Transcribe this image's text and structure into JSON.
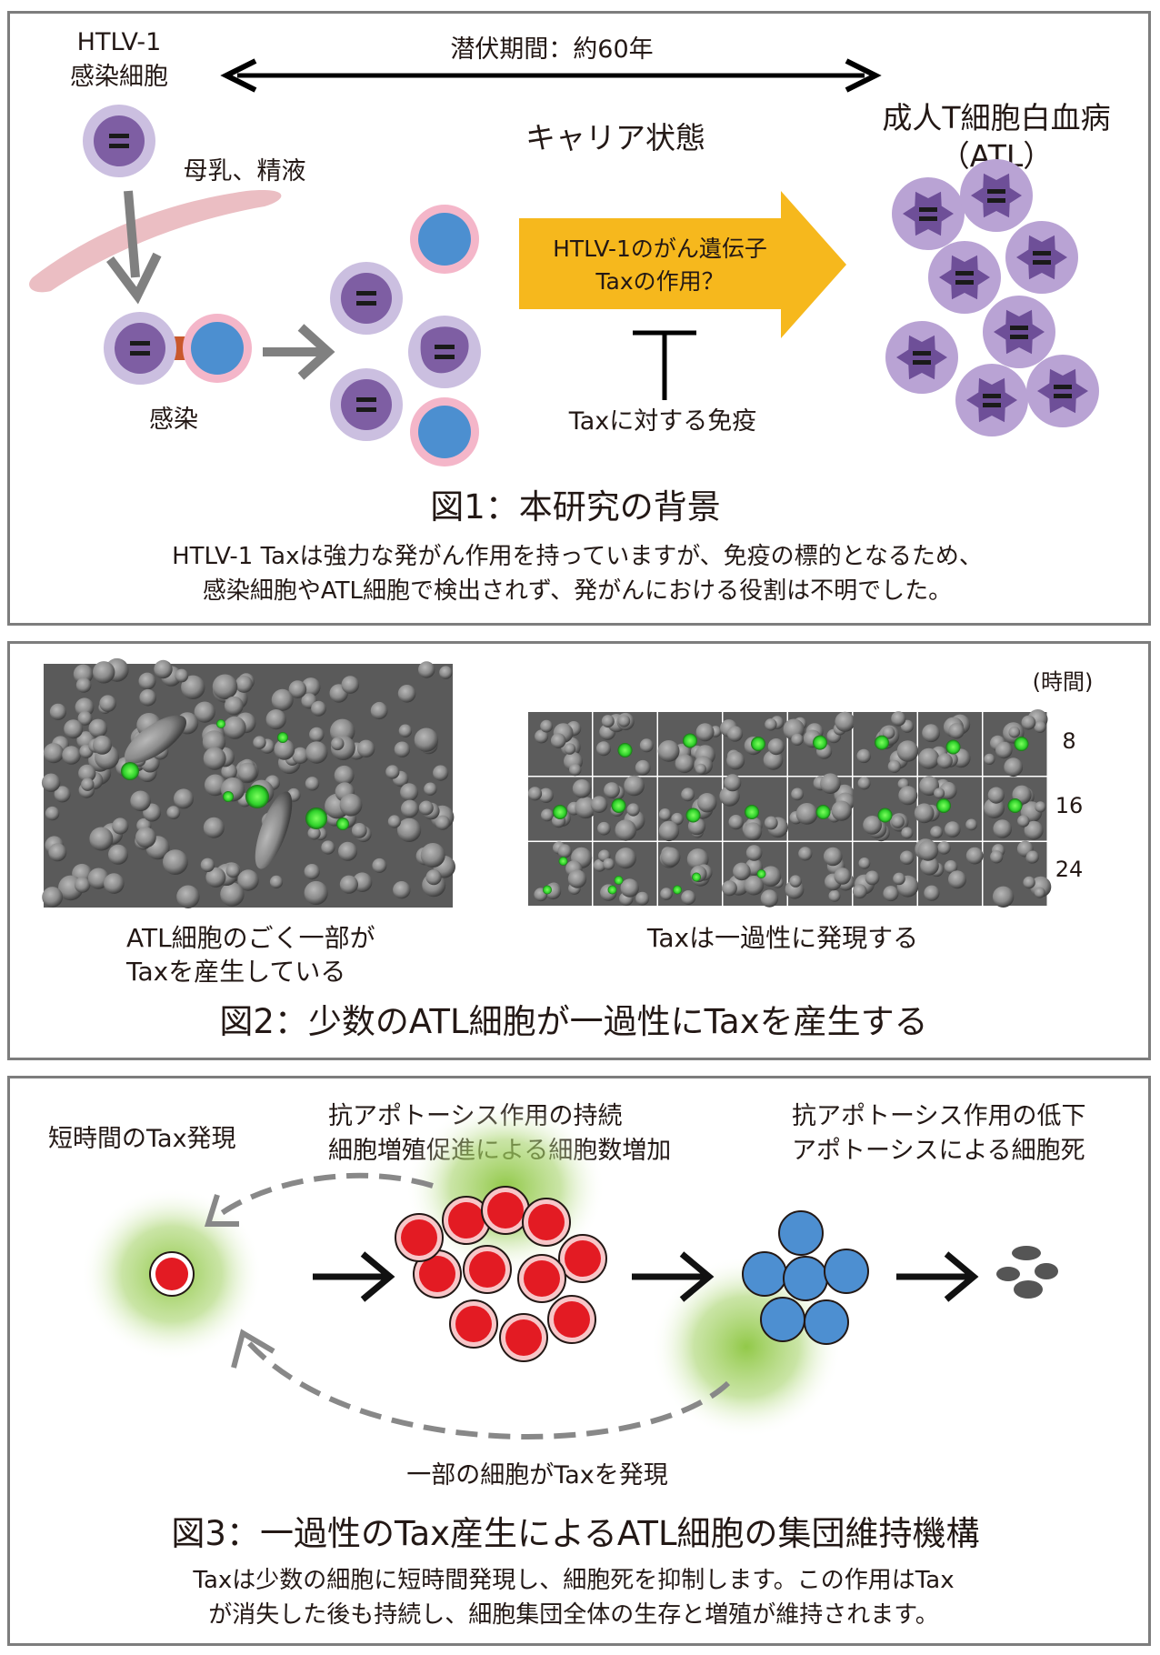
{
  "fig1": {
    "infected_label_line1": "HTLV-1",
    "infected_label_line2": "感染細胞",
    "latency": "潜伏期間：約60年",
    "carrier": "キャリア状態",
    "atl_line1": "成人T細胞白血病",
    "atl_line2": "（ATL）",
    "route": "母乳、精液",
    "oncogene_line1": "HTLV-1のがん遺伝子",
    "oncogene_line2": "Taxの作用？",
    "infection": "感染",
    "immunity": "Taxに対する免疫",
    "title": "図1：本研究の背景",
    "caption_line1": "HTLV-1 Taxは強力な発がん作用を持っていますが、免疫の標的となるため、",
    "caption_line2": "感染細胞やATL細胞で検出されず、発がんにおける役割は不明でした。"
  },
  "fig2": {
    "hours_label": "(時間)",
    "hours": [
      "8",
      "16",
      "24"
    ],
    "left_caption_line1": "ATL細胞のごく一部が",
    "left_caption_line2": "Taxを産生している",
    "right_caption": "Taxは一過性に発現する",
    "title": "図2：少数のATL細胞が一過性にTaxを産生する"
  },
  "fig3": {
    "short_tax": "短時間のTax発現",
    "mid_line1": "抗アポトーシス作用の持続",
    "mid_line2": "細胞増殖促進による細胞数増加",
    "right_line1": "抗アポトーシス作用の低下",
    "right_line2": "アポトーシスによる細胞死",
    "bottom_label": "一部の細胞がTaxを発現",
    "title": "図3：一過性のTax産生によるATL細胞の集団維持機構",
    "caption_line1": "Taxは少数の細胞に短時間発現し、細胞死を抑制します。この作用はTax",
    "caption_line2": "が消失した後も持続し、細胞集団全体の生存と増殖が維持されます。"
  },
  "colors": {
    "infected_cell": "#8e6fae",
    "atl_cell": "#b39bd0",
    "uninfected_cell": "#4a8fd0",
    "tax_arrow": "#f6b81d",
    "tax_red": "#e31b23",
    "blue_cell": "#4d8fd1",
    "green_glow": "#8cc63f"
  }
}
